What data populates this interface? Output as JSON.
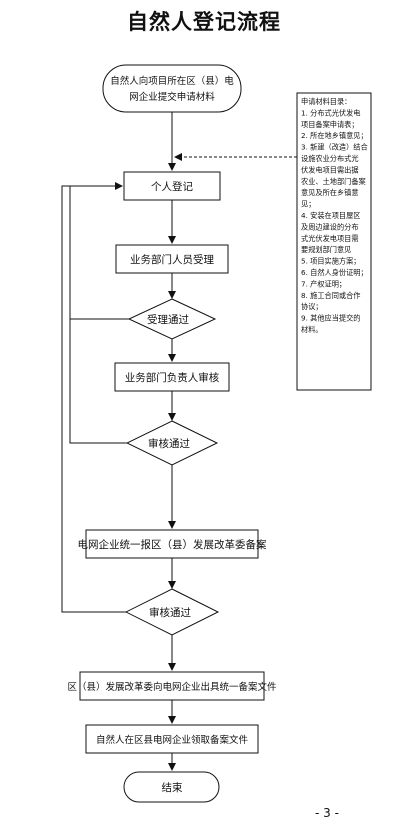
{
  "title": "自然人登记流程",
  "nodes": {
    "start": [
      "自然人向项目所在区（县）电",
      "网企业提交申请材料"
    ],
    "register": "个人登记",
    "accept": "业务部门人员受理",
    "decision1": "受理通过",
    "review": "业务部门负责人审核",
    "decision2": "审核通过",
    "report": "电网企业统一报区（县）发展改革委备案",
    "decision3": "审核通过",
    "issue": "区（县）发展改革委向电网企业出具统一备案文件",
    "collect": "自然人在区县电网企业领取备案文件",
    "end": "结束"
  },
  "materials_note": {
    "lines": [
      "申请材料目录：",
      "1. 分布式光伏发电",
      "项目备案申请表；",
      "2. 所在地乡镇意见；",
      "3. 新建（改造）结合",
      "设施农业分布式光",
      "伏发电项目需出据",
      "农业、土地部门备案",
      "意见及所在乡镇意",
      "见；",
      "4. 安装在项目屋区",
      "及周边建设的分布",
      "式光伏发电项目需",
      "要规划部门意见",
      "5. 项目实施方案；",
      "6. 自然人身份证明；",
      "7. 产权证明；",
      "8. 施工合同或合作",
      "协议；",
      "9. 其他应当提交的",
      "材料。"
    ]
  },
  "page_number": "- 3 -",
  "colors": {
    "line": "#111111",
    "background": "#ffffff"
  }
}
